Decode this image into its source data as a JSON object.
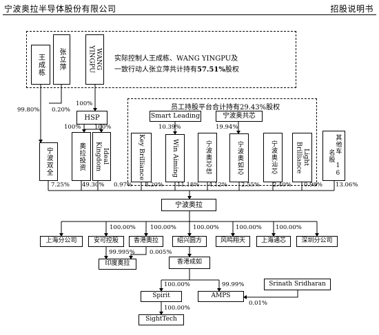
{
  "header": {
    "company": "宁波奥拉半导体股份有限公司",
    "doc_type": "招股说明书"
  },
  "controllers": {
    "p1": "王成栋",
    "p2": "张立萍",
    "p3": "WANG YINGPU",
    "note_line1": "实际控制人王成栋、WANG YINGPU及",
    "note_line2_prefix": "一致行动人张立萍共计持有",
    "note_pct": "57.51%",
    "note_suffix": "股权"
  },
  "esop_title": "员工持股平台合计持有29.43%股权",
  "entities": {
    "hsp": "HSP",
    "smart": "Smart Leading",
    "gongxin": "宁波奥共芯",
    "shuangquan": "宁波双全",
    "aotou": "奥拉投资",
    "ideal": "Ideal Kingdom",
    "key": "Key Brilliance",
    "win": "Win Aiming",
    "aoxin": "宁波奥芯信",
    "aoruxin": "宁波奥如芯",
    "aoshanxin": "宁波奥汕芯",
    "light": "Light Brilliance",
    "others": "其他车 16名股",
    "parent": "宁波奥拉",
    "shanghai": "上海分公司",
    "anke": "安可控股",
    "hk_aola": "香港奥拉",
    "shaoxing": "绍兴圆方",
    "fengming": "风鸣翔天",
    "tongxin": "上海通芯",
    "shenzhen": "深圳分公司",
    "india": "印度奥拉",
    "hk_chengru": "香港成如",
    "spirit": "Spirit",
    "amps": "AMPS",
    "srinath": "Srinath Sridharan",
    "sighttech": "SightTech"
  },
  "pcts": {
    "p1_sq": "99.80%",
    "p2_sq": "0.20%",
    "p3_hsp": "100%",
    "hsp_at": "100%",
    "hsp_ik": "100%",
    "smart": "10.39%",
    "gongxin": "19.94%",
    "sq": "7.25%",
    "at": "49.30%",
    "ik": "0.97%",
    "key": "8.20%",
    "win": "11.18%",
    "aoxin": "4.12%",
    "aoru": "2.55%",
    "aoshan": "2.40%",
    "light": "0.98%",
    "others": "13.06%",
    "sub_anke": "100.00%",
    "sub_hk": "100.00%",
    "sub_sx": "100.00%",
    "sub_fm": "100.00%",
    "sub_tx": "100.00%",
    "anke_india": "99.995%",
    "hk_india": "0.005%",
    "spirit": "100.00%",
    "amps": "99.99%",
    "sight": "100.00%",
    "srinath": "0.01%"
  }
}
